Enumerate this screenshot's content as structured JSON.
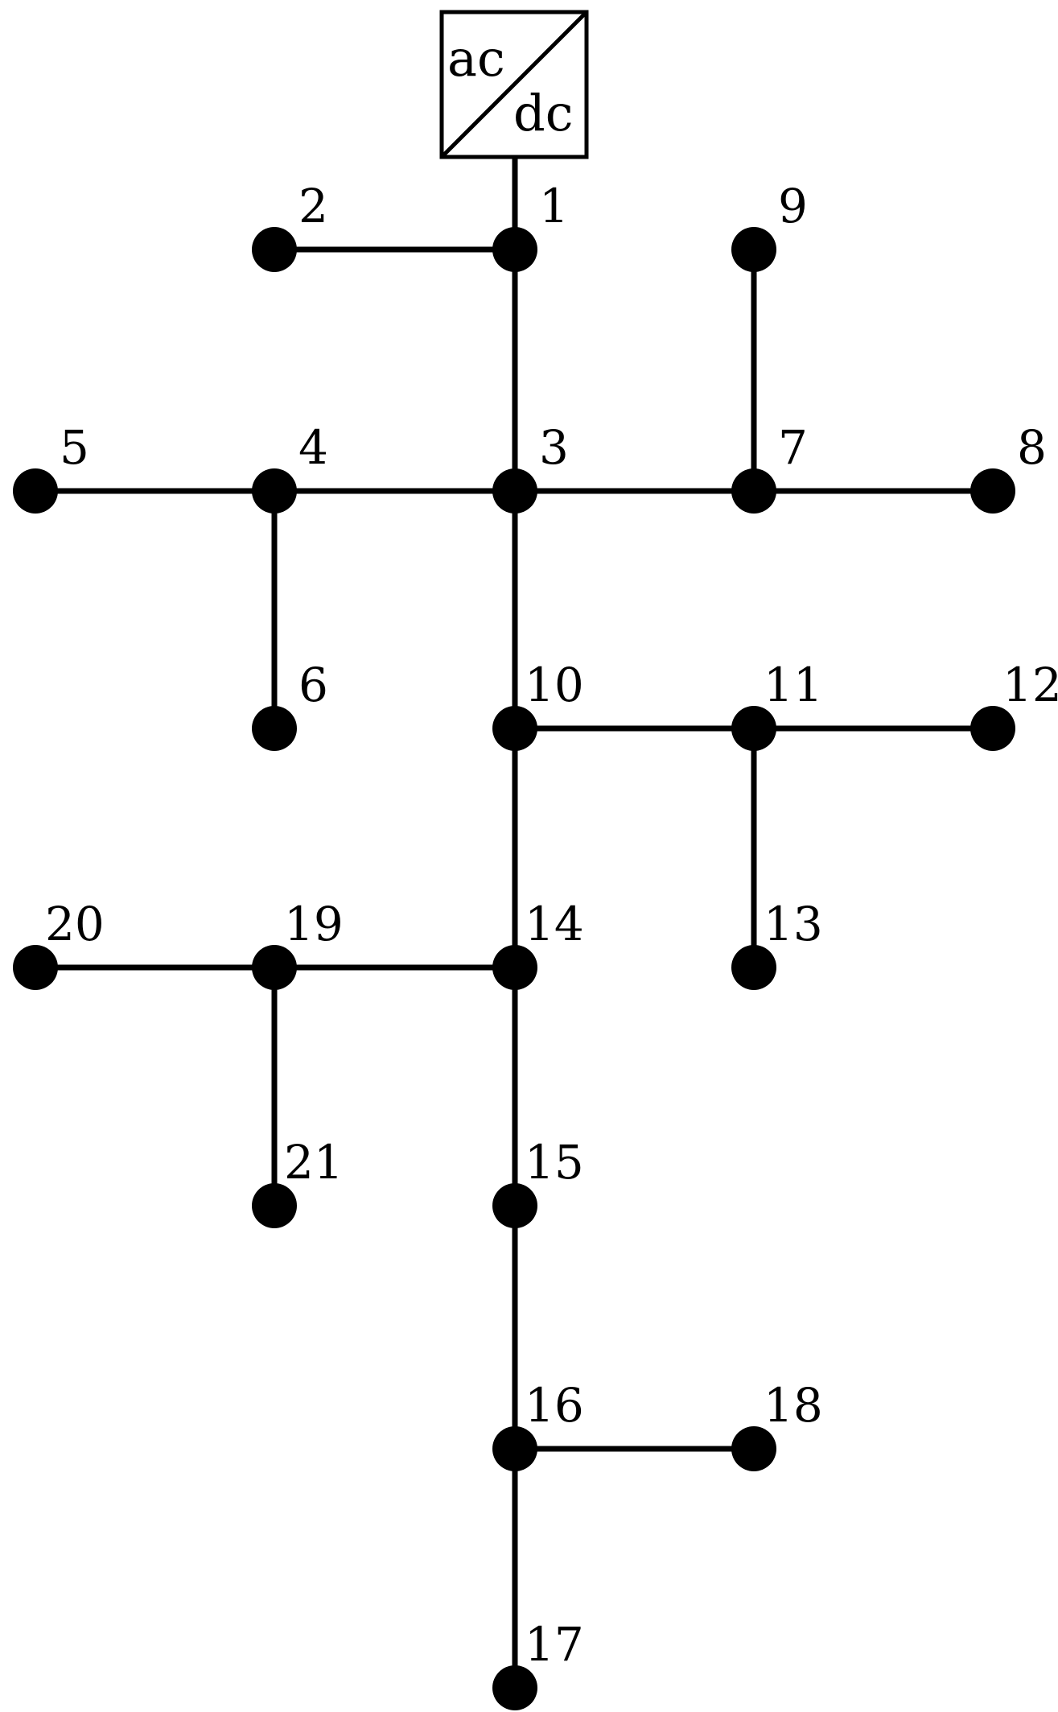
{
  "converter": {
    "ac_label": "ac",
    "dc_label": "dc",
    "connected_node": "1"
  },
  "nodes": [
    {
      "id": "1"
    },
    {
      "id": "2"
    },
    {
      "id": "3"
    },
    {
      "id": "4"
    },
    {
      "id": "5"
    },
    {
      "id": "6"
    },
    {
      "id": "7"
    },
    {
      "id": "8"
    },
    {
      "id": "9"
    },
    {
      "id": "10"
    },
    {
      "id": "11"
    },
    {
      "id": "12"
    },
    {
      "id": "13"
    },
    {
      "id": "14"
    },
    {
      "id": "15"
    },
    {
      "id": "16"
    },
    {
      "id": "17"
    },
    {
      "id": "18"
    },
    {
      "id": "19"
    },
    {
      "id": "20"
    },
    {
      "id": "21"
    }
  ],
  "edges": [
    [
      "1",
      "2"
    ],
    [
      "1",
      "3"
    ],
    [
      "3",
      "4"
    ],
    [
      "4",
      "5"
    ],
    [
      "4",
      "6"
    ],
    [
      "3",
      "7"
    ],
    [
      "7",
      "8"
    ],
    [
      "7",
      "9"
    ],
    [
      "3",
      "10"
    ],
    [
      "10",
      "11"
    ],
    [
      "11",
      "12"
    ],
    [
      "11",
      "13"
    ],
    [
      "10",
      "14"
    ],
    [
      "14",
      "19"
    ],
    [
      "19",
      "20"
    ],
    [
      "19",
      "21"
    ],
    [
      "14",
      "15"
    ],
    [
      "15",
      "16"
    ],
    [
      "16",
      "18"
    ],
    [
      "16",
      "17"
    ]
  ],
  "colors": {
    "line": "#000000",
    "background": "#ffffff"
  }
}
